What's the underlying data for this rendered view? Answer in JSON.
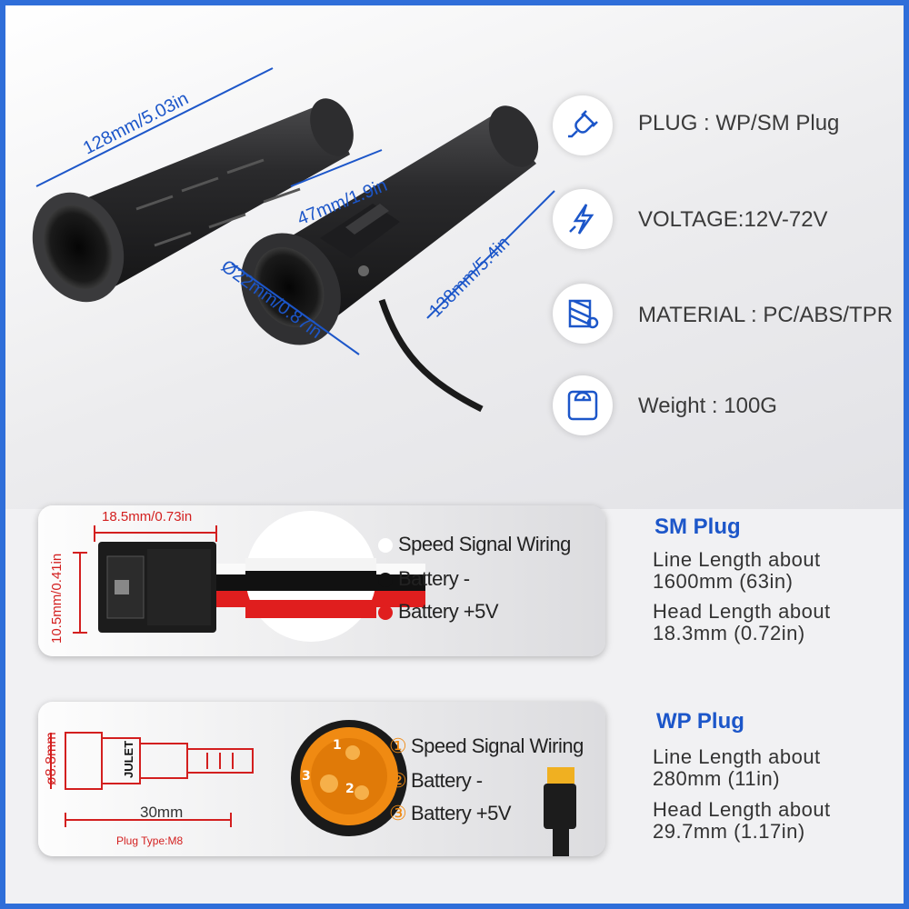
{
  "product": {
    "dimensions": {
      "grip_length": "128mm/5.03in",
      "throttle_length": "138mm/5.4in",
      "twist_section": "47mm/1.9in",
      "inner_diameter": "Ø22mm/0.87in"
    }
  },
  "specs": [
    {
      "icon": "plug-icon",
      "label": "PLUG : WP/SM Plug"
    },
    {
      "icon": "lightning-icon",
      "label": "VOLTAGE:12V-72V"
    },
    {
      "icon": "material-roll-icon",
      "label": "MATERIAL : PC/ABS/TPR"
    },
    {
      "icon": "scale-icon",
      "label": "Weight : 100G"
    }
  ],
  "sm_plug": {
    "title": "SM Plug",
    "width_dim": "18.5mm/0.73in",
    "height_dim": "10.5mm/0.41in",
    "wires": [
      {
        "label": "Speed Signal Wiring",
        "color": "#ffffff"
      },
      {
        "label": "Battery -",
        "color": "#111111"
      },
      {
        "label": "Battery +5V",
        "color": "#e01e1e"
      }
    ],
    "line_length": "Line Length about",
    "line_value": "1600mm (63in)",
    "head_length": "Head Length about",
    "head_value": "18.3mm (0.72in)"
  },
  "wp_plug": {
    "title": "WP Plug",
    "diameter_dim": "ø8.8mm",
    "length_dim": "30mm",
    "plug_type": "Plug Type:M8",
    "brand": "JULET",
    "pins": [
      "1",
      "2",
      "3"
    ],
    "wires": [
      {
        "num": "①",
        "label": "Speed Signal Wiring"
      },
      {
        "num": "②",
        "label": "Battery -"
      },
      {
        "num": "③",
        "label": "Battery +5V"
      }
    ],
    "line_length": "Line Length about",
    "line_value": "280mm (11in)",
    "head_length": "Head Length about",
    "head_value": "29.7mm (1.17in)"
  },
  "colors": {
    "accent": "#1c56c9",
    "frame": "#2f6ed9",
    "red": "#d31f1f",
    "connector_orange": "#f08a12"
  }
}
